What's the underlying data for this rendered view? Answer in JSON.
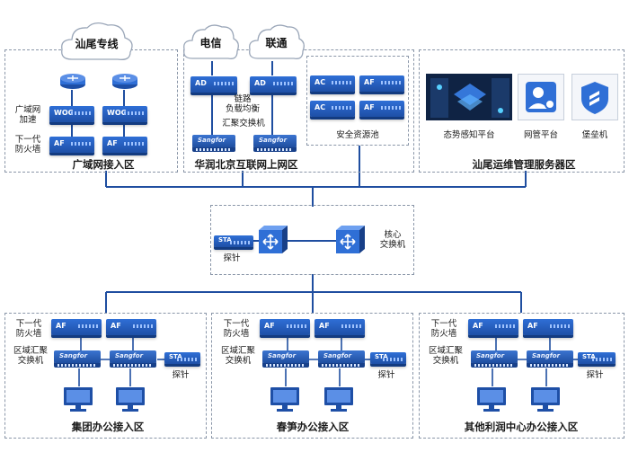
{
  "zones": {
    "wan": {
      "title": "广域网接入区",
      "cloud": "汕尾专线",
      "labels": {
        "wan_accel": "广域网\n加速",
        "ngfw": "下一代\n防火墙"
      },
      "woc": [
        "WOC",
        "WOC"
      ],
      "af": [
        "AF",
        "AF"
      ]
    },
    "internet": {
      "title": "华润北京互联网上网区",
      "clouds": [
        "电信",
        "联通"
      ],
      "ad": [
        "AD",
        "AD"
      ],
      "lb_label": "链路\n负载均衡",
      "agg_label": "汇聚交换机",
      "switch_brand": "Sangfor"
    },
    "secpool": {
      "title": "安全资源池",
      "devices": [
        "AC",
        "AF",
        "AC",
        "AF"
      ]
    },
    "ops": {
      "title": "汕尾运维管理服务器区",
      "servers": [
        "态势感知平台",
        "网管平台",
        "堡垒机"
      ]
    },
    "core": {
      "probe_label": "探针",
      "sta": "STA",
      "core_label": "核心\n交换机"
    },
    "branches": [
      {
        "title": "集团办公接入区",
        "ngfw": "下一代\n防火墙",
        "agg": "区域汇聚\n交换机",
        "probe": "探针",
        "af": [
          "AF",
          "AF"
        ],
        "sta": "STA"
      },
      {
        "title": "春笋办公接入区",
        "ngfw": "下一代\n防火墙",
        "agg": "区域汇聚\n交换机",
        "probe": "探针",
        "af": [
          "AF",
          "AF"
        ],
        "sta": "STA"
      },
      {
        "title": "其他利润中心办公接入区",
        "ngfw": "下一代\n防火墙",
        "agg": "区域汇聚\n交换机",
        "probe": "探针",
        "af": [
          "AF",
          "AF"
        ],
        "sta": "STA"
      }
    ]
  },
  "colors": {
    "line": "#1f4ea0",
    "device": "#2f6fd6",
    "border": "#8a96a8"
  }
}
